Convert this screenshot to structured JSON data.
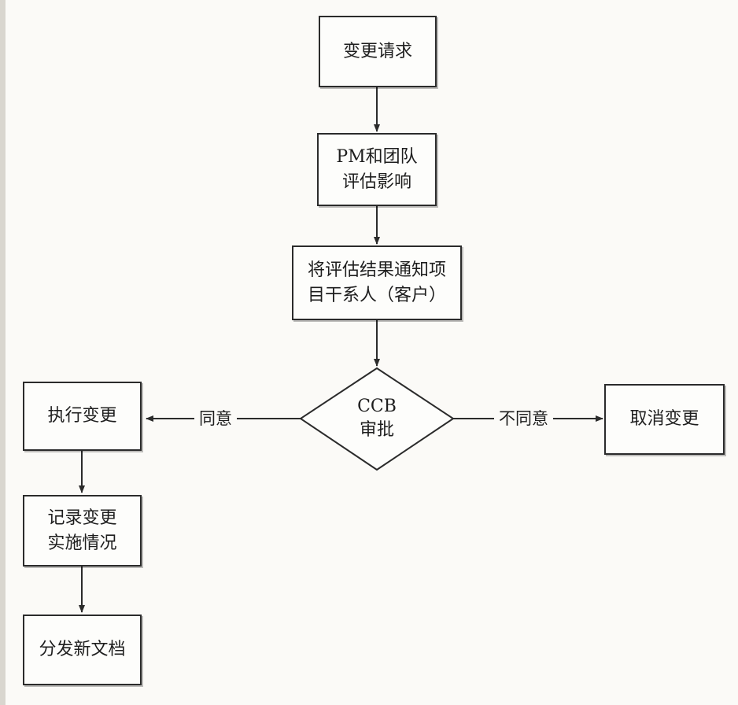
{
  "nodes": {
    "change_request": "变更请求",
    "assess_impact": "PM和团队\n评估影响",
    "notify": "将评估结果通知项\n目干系人（客户）",
    "ccb_review": {
      "line1": "CCB",
      "line2": "审批"
    },
    "execute_change": "执行变更",
    "record": "记录变更\n实施情况",
    "distribute": "分发新文档",
    "cancel_change": "取消变更"
  },
  "edges": {
    "approve": "同意",
    "reject": "不同意"
  }
}
